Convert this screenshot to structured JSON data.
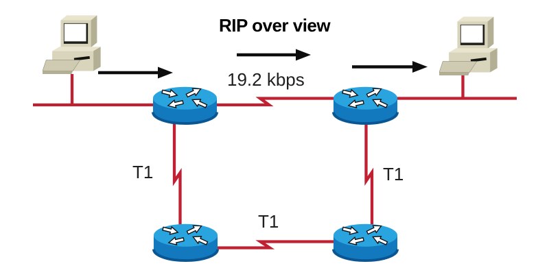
{
  "diagram": {
    "title": "RIP over view",
    "labels": {
      "wan_speed": "19.2 kbps",
      "t1_left": "T1",
      "t1_right": "T1",
      "t1_bottom": "T1"
    },
    "nodes": [
      {
        "id": "pc-left",
        "icon": "workstation-icon"
      },
      {
        "id": "pc-right",
        "icon": "workstation-icon"
      },
      {
        "id": "router-top-left",
        "icon": "router-icon"
      },
      {
        "id": "router-top-right",
        "icon": "router-icon"
      },
      {
        "id": "router-bottom-left",
        "icon": "router-icon"
      },
      {
        "id": "router-bottom-right",
        "icon": "router-icon"
      }
    ],
    "colors": {
      "link_red": "#c12032",
      "router_top_blue": "#29a4de",
      "router_side_blue": "#1379bf",
      "router_rim_blue": "#0a5692",
      "pc_beige": "#d9d5bd",
      "pc_shade": "#b3af94",
      "arrow_black": "#0d0d0d",
      "text": "#1f1f1f",
      "background": "#ffffff"
    }
  }
}
